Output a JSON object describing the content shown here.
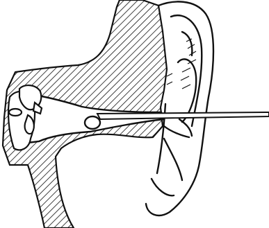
{
  "figure": {
    "subject": "ear-canal-cross-section",
    "colors": {
      "ink": "#111111",
      "paper": "#ffffff"
    },
    "parts": [
      {
        "name": "hatched-tissue-section"
      },
      {
        "name": "outer-ear-pinna"
      },
      {
        "name": "ear-canal"
      },
      {
        "name": "middle-ear-ossicles"
      },
      {
        "name": "small-sphere-in-canal"
      },
      {
        "name": "probe-rod"
      }
    ]
  }
}
